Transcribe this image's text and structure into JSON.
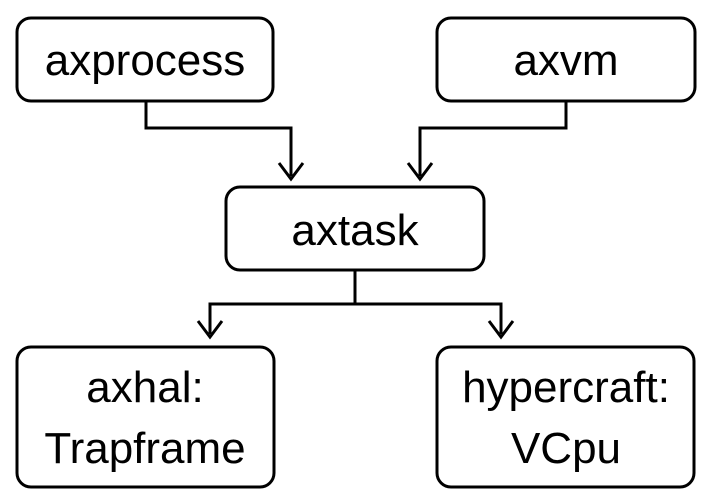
{
  "nodes": {
    "axprocess": {
      "label": "axprocess"
    },
    "axvm": {
      "label": "axvm"
    },
    "axtask": {
      "label": "axtask"
    },
    "axhal": {
      "line1": "axhal:",
      "line2": "Trapframe"
    },
    "hypercraft": {
      "line1": "hypercraft:",
      "line2": "VCpu"
    }
  },
  "edges": [
    {
      "from": "axprocess",
      "to": "axtask"
    },
    {
      "from": "axvm",
      "to": "axtask"
    },
    {
      "from": "axtask",
      "to": "axhal"
    },
    {
      "from": "axtask",
      "to": "hypercraft"
    }
  ],
  "colors": {
    "stroke": "#000000",
    "fill": "#ffffff"
  }
}
